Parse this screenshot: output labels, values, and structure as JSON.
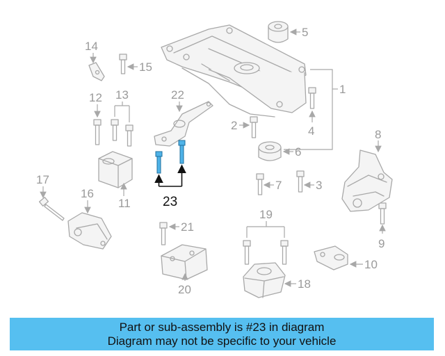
{
  "diagram": {
    "callouts": [
      "1",
      "2",
      "3",
      "4",
      "5",
      "6",
      "7",
      "8",
      "9",
      "10",
      "11",
      "12",
      "13",
      "14",
      "15",
      "16",
      "17",
      "18",
      "19",
      "20",
      "21",
      "22",
      "23"
    ],
    "highlighted_part": "23",
    "colors": {
      "highlight": "#4fb3e8",
      "banner": "#56bff0",
      "line_art": "#a8a8a8"
    }
  },
  "banner": {
    "line1": "Part or sub-assembly is #23 in diagram",
    "line2": "Diagram may not be specific to your vehicle"
  }
}
